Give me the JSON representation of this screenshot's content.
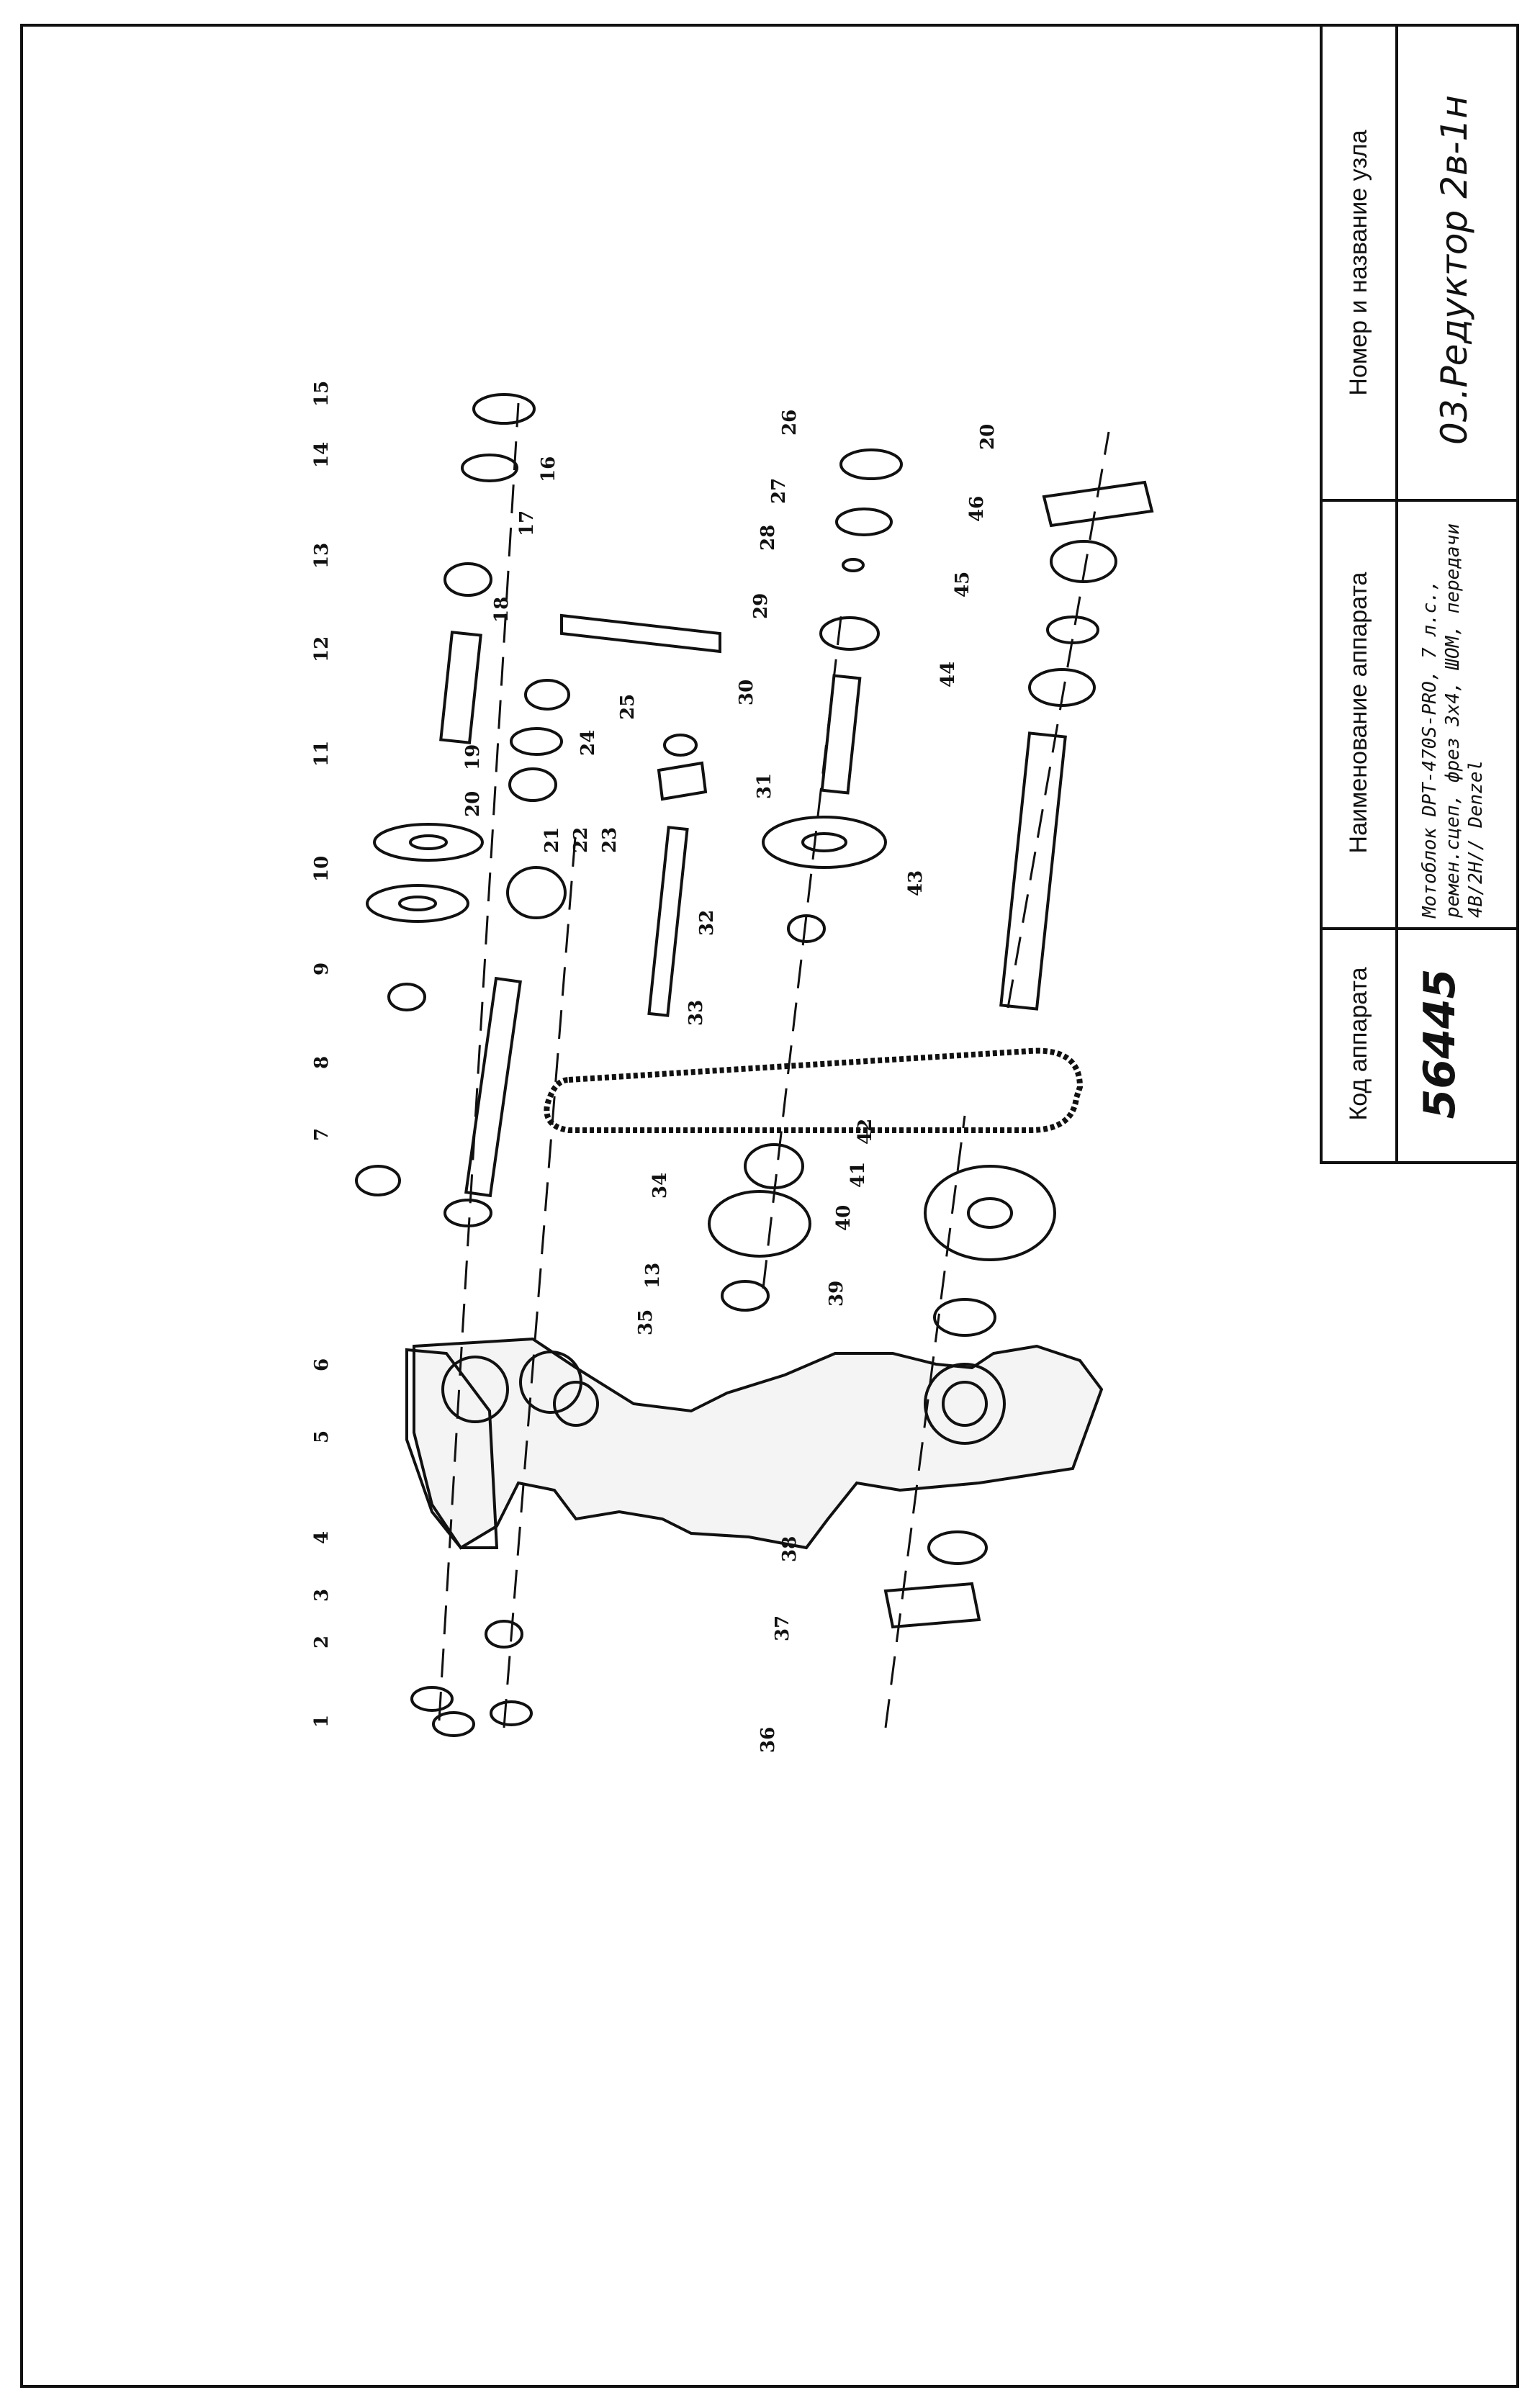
{
  "title_block": {
    "code_header": "Код аппарата",
    "code_value": "56445",
    "name_header": "Наименование аппарата",
    "name_value": "Мотоблок DPT-470S-PRO, 7 л.с., ремен.сцеп, фрез 3х4, ШОМ, передачи 4В/2Н// Denzel",
    "node_header": "Номер и название узла",
    "node_value": "03.Редуктор 2в-1н"
  },
  "callouts": [
    "1",
    "2",
    "3",
    "4",
    "5",
    "6",
    "7",
    "8",
    "9",
    "10",
    "11",
    "12",
    "13",
    "14",
    "15",
    "16",
    "17",
    "18",
    "19",
    "20",
    "21",
    "22",
    "23",
    "24",
    "25",
    "26",
    "27",
    "28",
    "29",
    "30",
    "31",
    "32",
    "33",
    "34",
    "13",
    "35",
    "36",
    "37",
    "38",
    "39",
    "40",
    "41",
    "42",
    "43",
    "44",
    "45",
    "46",
    "20"
  ]
}
